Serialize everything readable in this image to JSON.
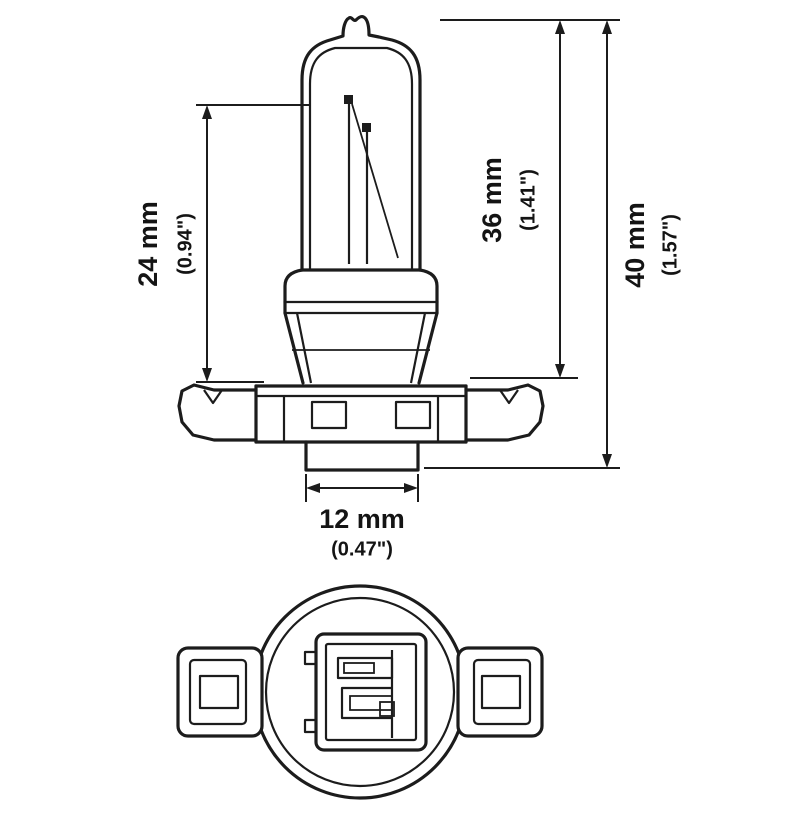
{
  "colors": {
    "line": "#1c1c1c",
    "background": "#ffffff"
  },
  "dimensions": {
    "glass_height": {
      "mm": "24 mm",
      "inch": "(0.94\")"
    },
    "bulb_height": {
      "mm": "36 mm",
      "inch": "(1.41\")"
    },
    "overall_height": {
      "mm": "40 mm",
      "inch": "(1.57\")"
    },
    "base_diameter": {
      "mm": "12 mm",
      "inch": "(0.47\")"
    }
  }
}
